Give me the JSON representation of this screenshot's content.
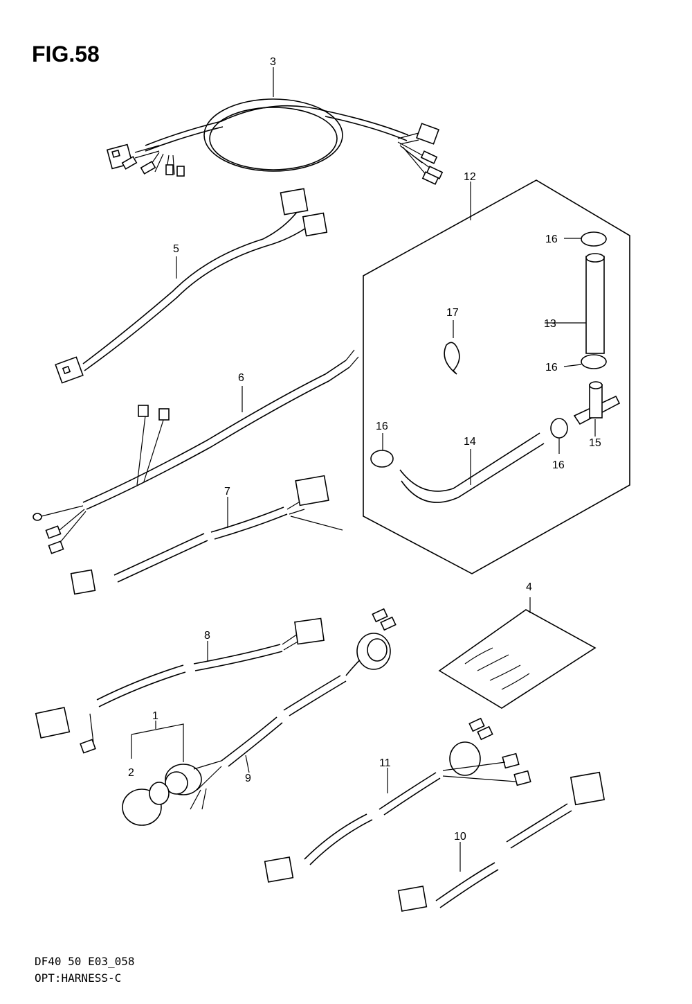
{
  "figure": {
    "title": "FIG.58",
    "footer_line1": "DF40 50 E03_058",
    "footer_line2": "OPT:HARNESS-C"
  },
  "callouts": {
    "c1": "1",
    "c2": "2",
    "c3": "3",
    "c4": "4",
    "c5": "5",
    "c6": "6",
    "c7": "7",
    "c8": "8",
    "c9": "9",
    "c10": "10",
    "c11": "11",
    "c12": "12",
    "c13": "13",
    "c14": "14",
    "c15": "15",
    "c16a": "16",
    "c16b": "16",
    "c16c": "16",
    "c16d": "16",
    "c17": "17"
  }
}
